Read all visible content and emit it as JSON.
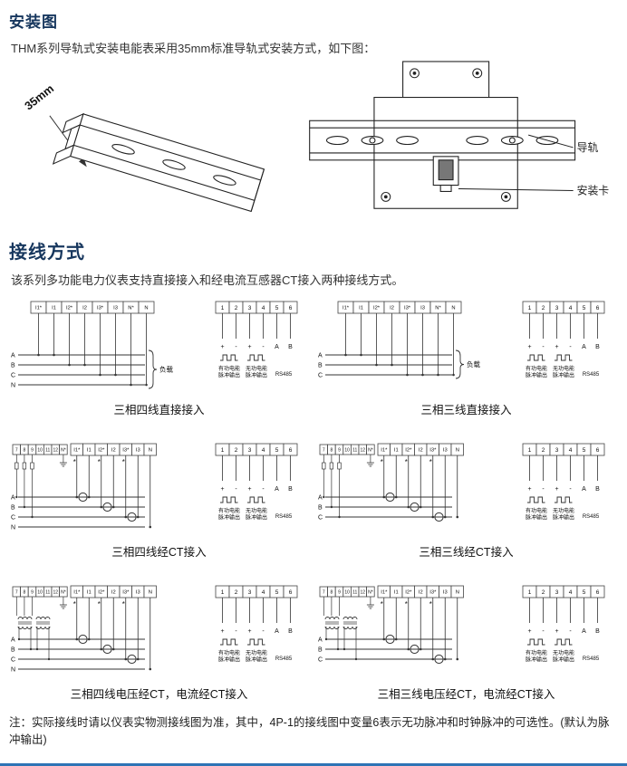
{
  "page": {
    "install": {
      "title": "安装图",
      "intro": "THM系列导轨式安装电能表采用35mm标准导轨式安装方式，如下图：",
      "dim_label": "35mm",
      "callout_rail": "导轨",
      "callout_clip": "安装卡"
    },
    "wiring": {
      "title": "接线方式",
      "intro": "该系列多功能电力仪表支持直接接入和经电流互感器CT接入两种接线方式。",
      "pulse_panel": {
        "terminals": [
          "1",
          "2",
          "3",
          "4",
          "5",
          "6"
        ],
        "signs": [
          "+",
          "-",
          "+",
          "-",
          "A",
          "B"
        ],
        "labels": [
          [
            "有功电能",
            "脉冲输出"
          ],
          [
            "无功电能",
            "脉冲输出"
          ],
          [
            "RS485"
          ]
        ]
      },
      "diagrams": [
        {
          "caption": "三相四线直接接入",
          "terminals": [
            "I1*",
            "I1",
            "I2*",
            "I2",
            "I3*",
            "I3",
            "N*",
            "N"
          ],
          "aux_terminals": [],
          "phases": [
            "A",
            "B",
            "C",
            "N"
          ],
          "load_label": "负载",
          "ct": false,
          "pt": false
        },
        {
          "caption": "三相三线直接接入",
          "terminals": [
            "I1*",
            "I1",
            "I2*",
            "I2",
            "I3*",
            "I3",
            "N*",
            "N"
          ],
          "aux_terminals": [],
          "phases": [
            "A",
            "B",
            "C"
          ],
          "load_label": "负载",
          "ct": false,
          "pt": false
        },
        {
          "caption": "三相四线经CT接入",
          "terminals": [
            "I1*",
            "I1",
            "I2*",
            "I2",
            "I3*",
            "I3",
            "N"
          ],
          "aux_terminals": [
            "7",
            "8",
            "9",
            "10",
            "11",
            "12",
            "N*"
          ],
          "phases": [
            "A",
            "B",
            "C",
            "N"
          ],
          "load_label": "",
          "ct": true,
          "pt": false
        },
        {
          "caption": "三相三线经CT接入",
          "terminals": [
            "I1*",
            "I1",
            "I2*",
            "I2",
            "I3*",
            "I3",
            "N"
          ],
          "aux_terminals": [
            "7",
            "8",
            "9",
            "10",
            "11",
            "12",
            "N*"
          ],
          "phases": [
            "A",
            "B",
            "C"
          ],
          "load_label": "",
          "ct": true,
          "pt": false
        },
        {
          "caption": "三相四线电压经CT，电流经CT接入",
          "terminals": [
            "I1*",
            "I1",
            "I2*",
            "I2",
            "I3*",
            "I3",
            "N"
          ],
          "aux_terminals": [
            "7",
            "8",
            "9",
            "10",
            "11",
            "12",
            "N*"
          ],
          "phases": [
            "A",
            "B",
            "C",
            "N"
          ],
          "load_label": "",
          "ct": true,
          "pt": true
        },
        {
          "caption": "三相三线电压经CT，电流经CT接入",
          "terminals": [
            "I1*",
            "I1",
            "I2*",
            "I2",
            "I3*",
            "I3",
            "N"
          ],
          "aux_terminals": [
            "7",
            "8",
            "9",
            "10",
            "11",
            "12",
            "N*"
          ],
          "phases": [
            "A",
            "B",
            "C"
          ],
          "load_label": "",
          "ct": true,
          "pt": true
        }
      ],
      "note": "注：实际接线时请以仪表实物测接线图为准，其中，4P-1的接线图中变量6表示无功脉冲和时钟脉冲的可选性。(默认为脉冲输出)"
    }
  }
}
